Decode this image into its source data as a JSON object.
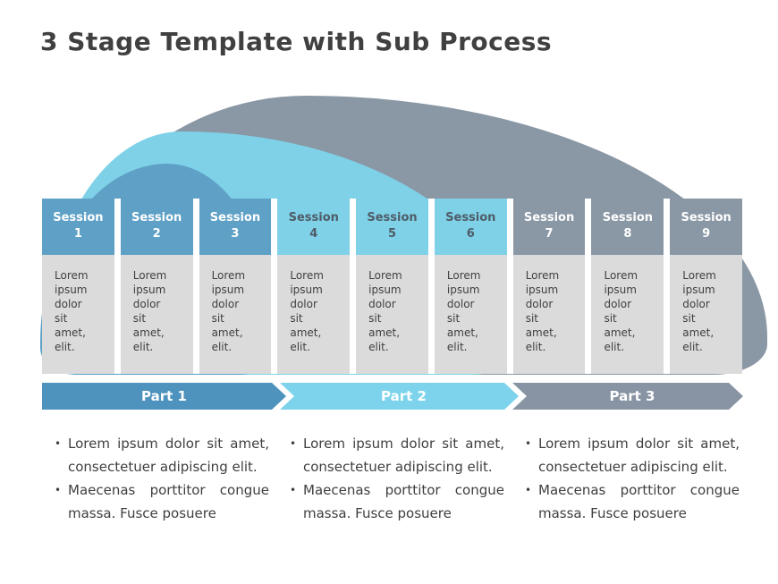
{
  "title": "3 Stage Template with Sub Process",
  "colors": {
    "title_text": "#404040",
    "body_text": "#3F3F3F",
    "medium_blue": "#5EA0C6",
    "light_blue": "#7FD1E8",
    "slate_gray": "#8A97A5",
    "part1_arrow": "#4D93BE",
    "part2_arrow": "#7DD3EC",
    "part3_arrow": "#8894A3",
    "column_body_bg": "#DBDBDB",
    "session_dark_text": "#4E5C67"
  },
  "sessions": [
    {
      "label": "Session",
      "number": "1",
      "stage": 1,
      "body": "Lorem ipsum dolor sit amet, elit."
    },
    {
      "label": "Session",
      "number": "2",
      "stage": 1,
      "body": "Lorem ipsum dolor sit amet, elit."
    },
    {
      "label": "Session",
      "number": "3",
      "stage": 1,
      "body": "Lorem ipsum dolor sit amet, elit."
    },
    {
      "label": "Session",
      "number": "4",
      "stage": 2,
      "body": "Lorem ipsum dolor sit amet, elit."
    },
    {
      "label": "Session",
      "number": "5",
      "stage": 2,
      "body": "Lorem ipsum dolor sit amet, elit."
    },
    {
      "label": "Session",
      "number": "6",
      "stage": 2,
      "body": "Lorem ipsum dolor sit amet, elit."
    },
    {
      "label": "Session",
      "number": "7",
      "stage": 3,
      "body": "Lorem ipsum dolor sit amet, elit."
    },
    {
      "label": "Session",
      "number": "8",
      "stage": 3,
      "body": "Lorem ipsum dolor sit amet, elit."
    },
    {
      "label": "Session",
      "number": "9",
      "stage": 3,
      "body": "Lorem ipsum dolor sit amet, elit."
    }
  ],
  "stages": [
    {
      "label": "Part 1",
      "bullets": [
        "Lorem ipsum dolor sit amet, consectetuer adipiscing elit.",
        "Maecenas porttitor congue massa. Fusce posuere"
      ]
    },
    {
      "label": "Part 2",
      "bullets": [
        "Lorem ipsum dolor sit amet, consectetuer adipiscing elit.",
        "Maecenas porttitor congue massa. Fusce posuere"
      ]
    },
    {
      "label": "Part 3",
      "bullets": [
        "Lorem ipsum dolor sit amet, consectetuer adipiscing elit.",
        "Maecenas porttitor congue massa. Fusce posuere"
      ]
    }
  ]
}
